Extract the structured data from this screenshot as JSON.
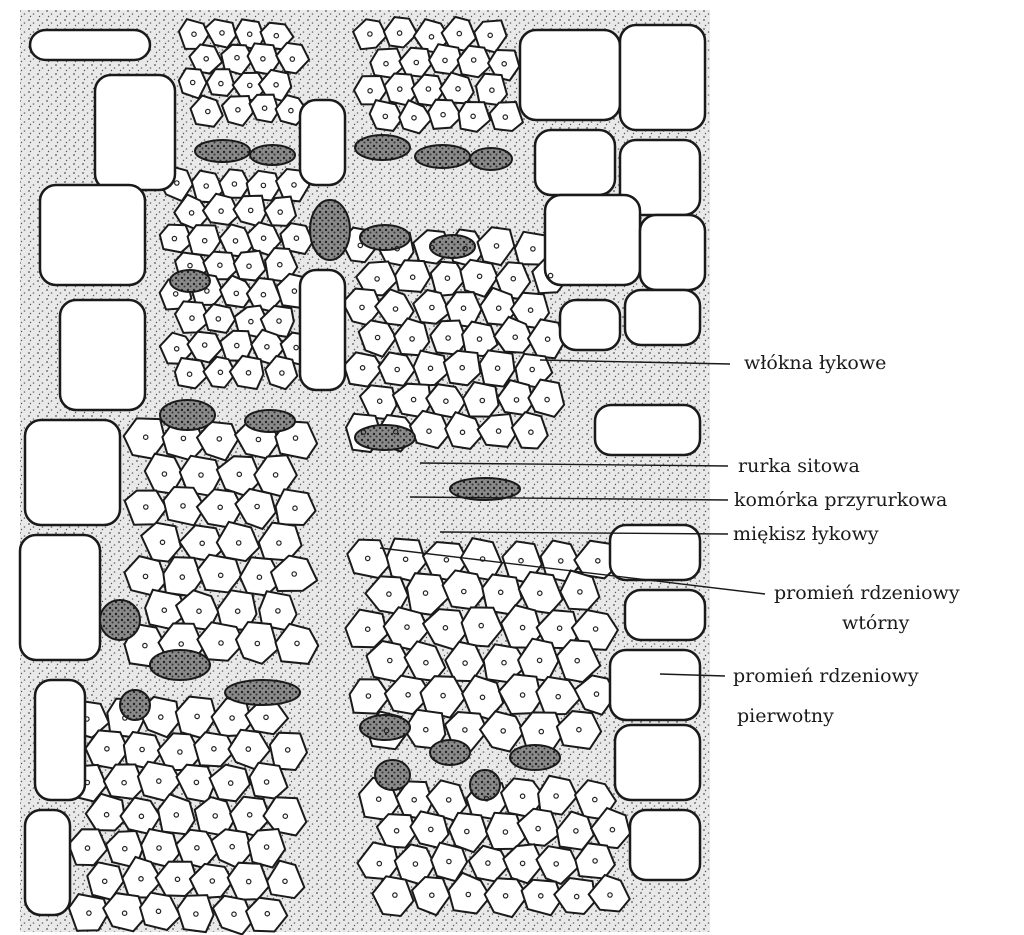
{
  "labels": {
    "wlokna": "włókna łykowe",
    "rurka": "rurka sitowa",
    "komorka": "komórka przyrurkowa",
    "miekisz": "miękisz łykowy",
    "wtorny_1": "promień rdzeniowy",
    "wtorny_2": "wtórny",
    "pierwotny_1": "promień rdzeniowy",
    "pierwotny_2": "pierwotny"
  }
}
